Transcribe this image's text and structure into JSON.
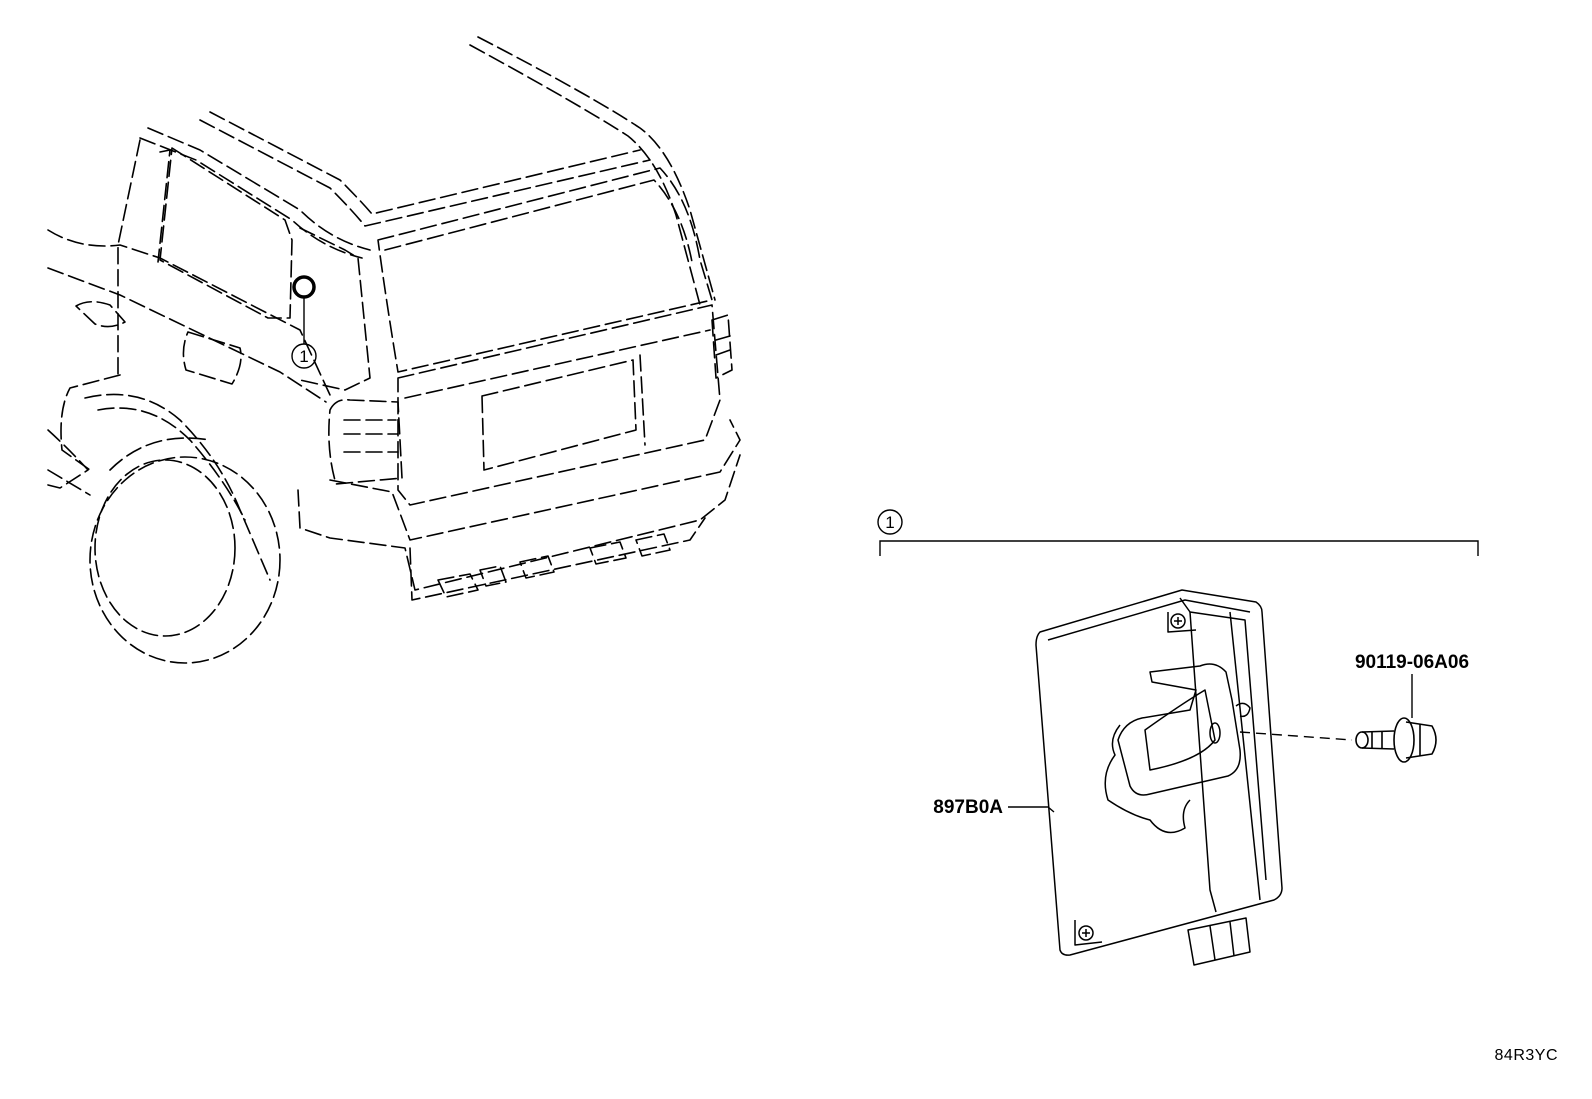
{
  "diagram": {
    "callout_number": "1",
    "parts": [
      {
        "part_number": "90119-06A06"
      },
      {
        "part_number": "897B0A"
      }
    ],
    "diagram_code": "84R3YC"
  }
}
